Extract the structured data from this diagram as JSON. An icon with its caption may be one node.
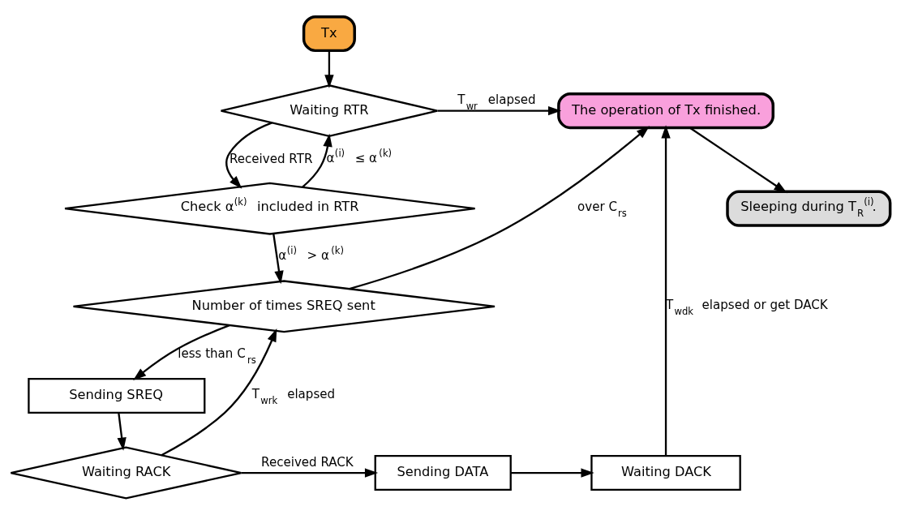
{
  "diagram": {
    "nodes": [
      {
        "text": [
          "Tx"
        ]
      },
      {
        "text": [
          "Waiting RTR"
        ]
      },
      {
        "text": [
          "Check α$^{(k)}$ included in RTR"
        ]
      },
      {
        "text": [
          "Number of times SREQ sent"
        ]
      },
      {
        "text": [
          "Sending SREQ"
        ]
      },
      {
        "text": [
          "Waiting RACK"
        ]
      },
      {
        "text": [
          "Sending DATA"
        ]
      },
      {
        "text": [
          "Waiting DACK"
        ]
      },
      {
        "text": [
          "The operation of Tx finished."
        ]
      },
      {
        "text": [
          "Sleeping during T$_{R}$$^{(i)}$."
        ]
      }
    ],
    "edges": [
      {
        "from": 0,
        "to": 1,
        "arrow": "to"
      },
      {
        "from": 1,
        "to": 8,
        "arrow": "to",
        "label": "T$_{wr}$ elapsed"
      },
      {
        "from": 1,
        "to": 2,
        "arrow": "to",
        "label": "Received RTR"
      },
      {
        "from": 2,
        "to": 1,
        "arrow": "to",
        "label": "α$^{(i)}$ ≤ α$^{(k)}$"
      },
      {
        "from": 2,
        "to": 3,
        "arrow": "to",
        "label": "α$^{(i)}$ > α$^{(k)}$"
      },
      {
        "from": 3,
        "to": 8,
        "arrow": "to",
        "label": "over C$_{rs}$"
      },
      {
        "from": 3,
        "to": 4,
        "arrow": "to",
        "label": "less than C$_{rs}$"
      },
      {
        "from": 4,
        "to": 5,
        "arrow": "to"
      },
      {
        "from": 5,
        "to": 3,
        "arrow": "to",
        "label": "T$_{wrk}$ elapsed"
      },
      {
        "from": 5,
        "to": 6,
        "arrow": "to",
        "label": "Received RACK"
      },
      {
        "from": 6,
        "to": 7,
        "arrow": "to"
      },
      {
        "from": 7,
        "to": 8,
        "arrow": "to",
        "label": "T$_{wdk}$ elapsed or get DACK"
      },
      {
        "from": 8,
        "to": 9,
        "arrow": "to"
      }
    ]
  }
}
